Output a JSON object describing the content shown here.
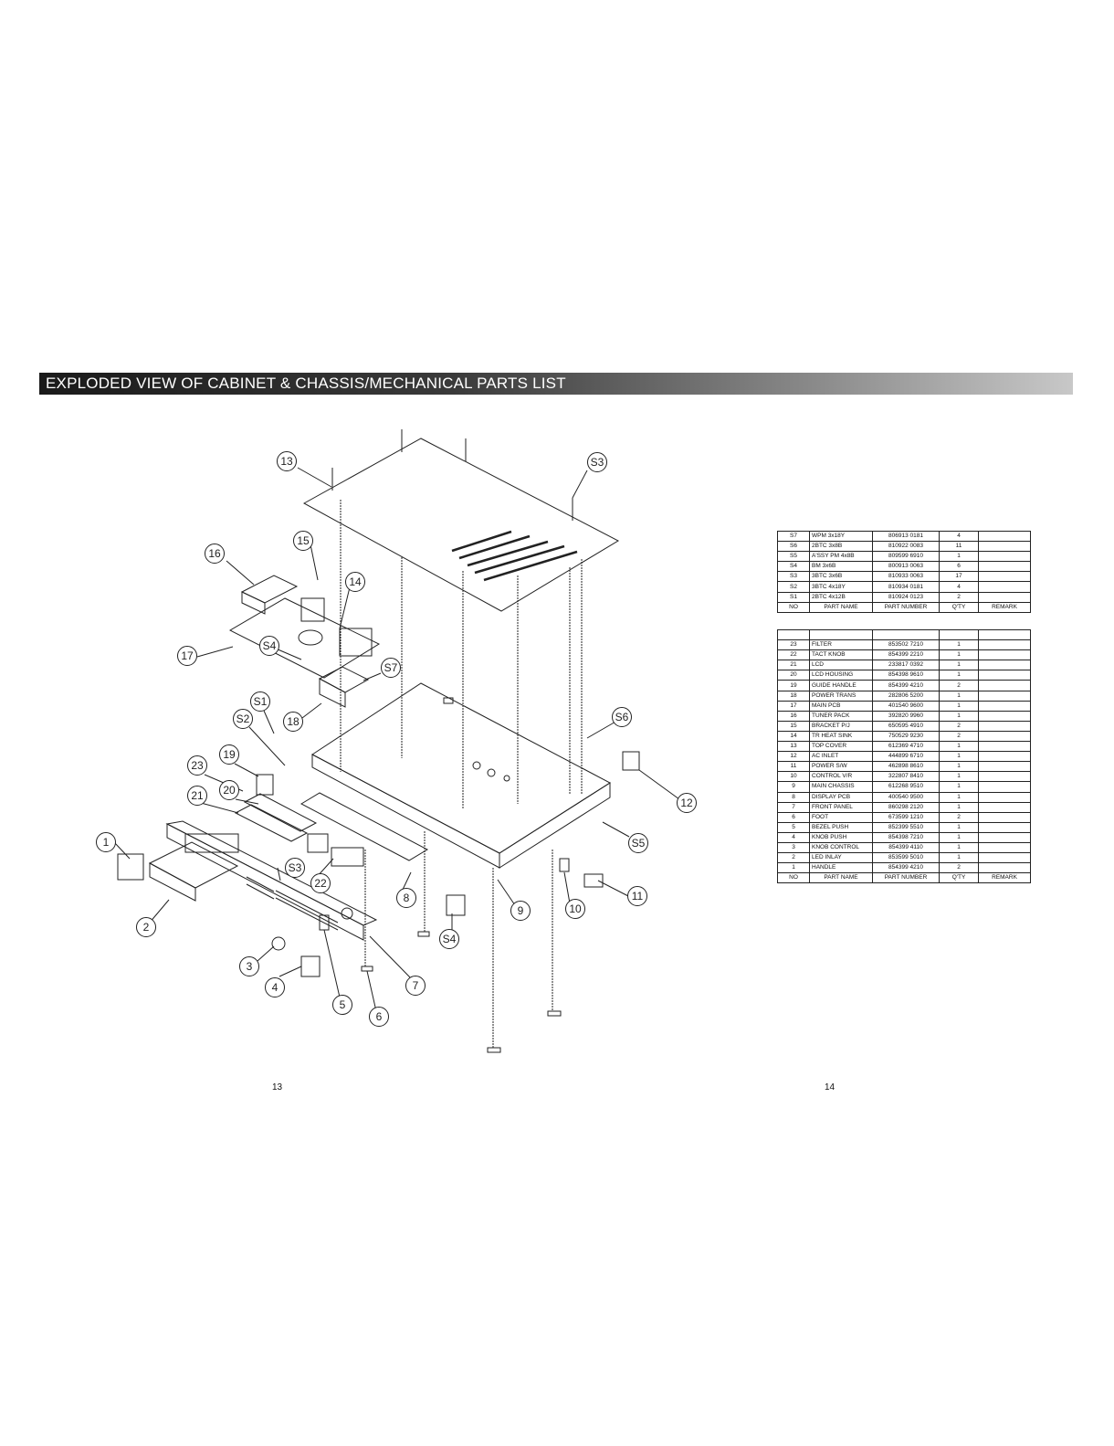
{
  "header": {
    "title": "EXPLODED VIEW OF CABINET & CHASSIS/MECHANICAL PARTS LIST"
  },
  "pages": {
    "left": "13",
    "right": "14"
  },
  "table_headers": {
    "no": "NO",
    "part_name": "PART NAME",
    "part_number": "PART NUMBER",
    "qty": "Q'TY",
    "remark": "REMARK"
  },
  "screws": [
    {
      "no": "S7",
      "name": "WPM 3x18Y",
      "pn": "806913 0181",
      "qty": "4"
    },
    {
      "no": "S6",
      "name": "2BTC 3x8B",
      "pn": "810922 0083",
      "qty": "11"
    },
    {
      "no": "S5",
      "name": "A'SSY PM 4x8B",
      "pn": "809599 6910",
      "qty": "1"
    },
    {
      "no": "S4",
      "name": "BM 3x6B",
      "pn": "800913 0063",
      "qty": "6"
    },
    {
      "no": "S3",
      "name": "3BTC 3x6B",
      "pn": "810933 0063",
      "qty": "17"
    },
    {
      "no": "S2",
      "name": "3BTC 4x18Y",
      "pn": "810934 0181",
      "qty": "4"
    },
    {
      "no": "S1",
      "name": "2BTC 4x12B",
      "pn": "810924 0123",
      "qty": "2"
    }
  ],
  "parts": [
    {
      "no": "23",
      "name": "FILTER",
      "pn": "853502 7210",
      "qty": "1"
    },
    {
      "no": "22",
      "name": "TACT KNOB",
      "pn": "854399 2210",
      "qty": "1"
    },
    {
      "no": "21",
      "name": "LCD",
      "pn": "233817 0392",
      "qty": "1"
    },
    {
      "no": "20",
      "name": "LCD HOUSING",
      "pn": "854398 9610",
      "qty": "1"
    },
    {
      "no": "19",
      "name": "GUIDE HANDLE",
      "pn": "854399 4210",
      "qty": "2"
    },
    {
      "no": "18",
      "name": "POWER TRANS",
      "pn": "282806 5200",
      "qty": "1"
    },
    {
      "no": "17",
      "name": "MAIN PCB",
      "pn": "401540 9600",
      "qty": "1"
    },
    {
      "no": "16",
      "name": "TUNER PACK",
      "pn": "392820 9960",
      "qty": "1"
    },
    {
      "no": "15",
      "name": "BRACKET P/J",
      "pn": "650595 4910",
      "qty": "2"
    },
    {
      "no": "14",
      "name": "TR HEAT SINK",
      "pn": "750529 9230",
      "qty": "2"
    },
    {
      "no": "13",
      "name": "TOP COVER",
      "pn": "612369 4710",
      "qty": "1"
    },
    {
      "no": "12",
      "name": "AC INLET",
      "pn": "444899 6710",
      "qty": "1"
    },
    {
      "no": "11",
      "name": "POWER S/W",
      "pn": "462898 8610",
      "qty": "1"
    },
    {
      "no": "10",
      "name": "CONTROL V/R",
      "pn": "322807 8410",
      "qty": "1"
    },
    {
      "no": "9",
      "name": "MAIN CHASSIS",
      "pn": "612268 9510",
      "qty": "1"
    },
    {
      "no": "8",
      "name": "DISPLAY PCB",
      "pn": "400540 9500",
      "qty": "1"
    },
    {
      "no": "7",
      "name": "FRONT PANEL",
      "pn": "860298 2120",
      "qty": "1"
    },
    {
      "no": "6",
      "name": "FOOT",
      "pn": "673599 1210",
      "qty": "2"
    },
    {
      "no": "5",
      "name": "BEZEL PUSH",
      "pn": "852399 5510",
      "qty": "1"
    },
    {
      "no": "4",
      "name": "KNOB PUSH",
      "pn": "854398 7210",
      "qty": "1"
    },
    {
      "no": "3",
      "name": "KNOB CONTROL",
      "pn": "854399 4110",
      "qty": "1"
    },
    {
      "no": "2",
      "name": "LED INLAY",
      "pn": "853599 5010",
      "qty": "1"
    },
    {
      "no": "1",
      "name": "HANDLE",
      "pn": "854399 4210",
      "qty": "2"
    }
  ],
  "callouts": [
    "13",
    "S3",
    "15",
    "14",
    "16",
    "17",
    "S4",
    "S7",
    "18",
    "S1",
    "S2",
    "19",
    "23",
    "20",
    "21",
    "S6",
    "12",
    "S5",
    "11",
    "10",
    "9",
    "S4",
    "8",
    "S3",
    "22",
    "1",
    "2",
    "3",
    "4",
    "5",
    "6",
    "7"
  ]
}
